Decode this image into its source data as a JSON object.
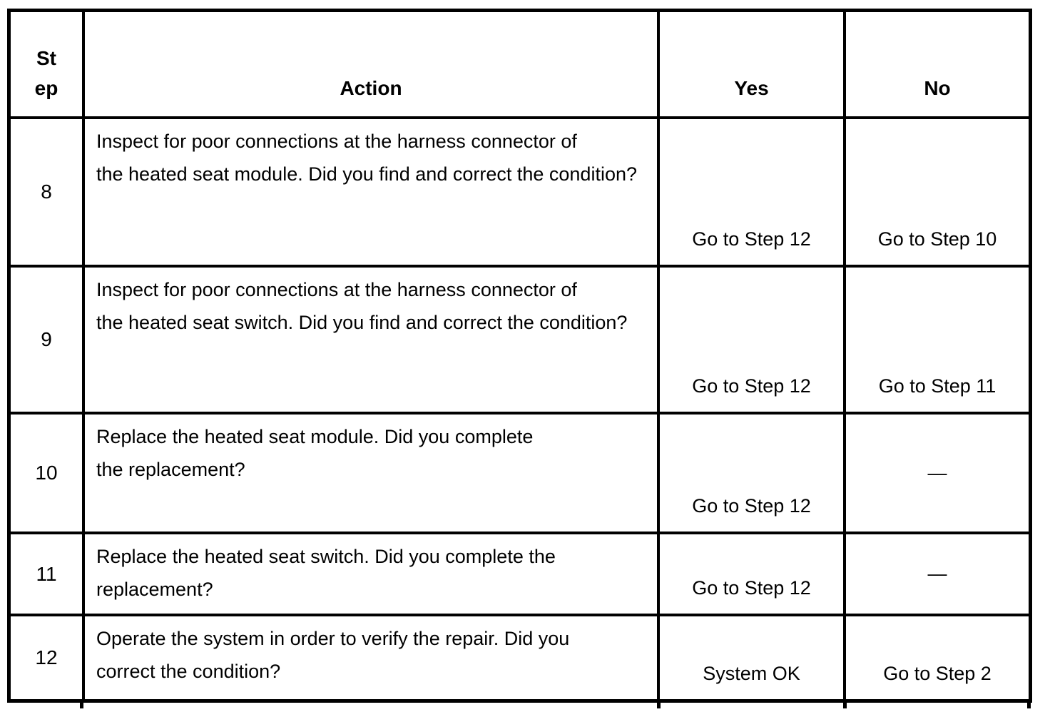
{
  "colors": {
    "border": "#000000",
    "background": "#ffffff",
    "text": "#000000"
  },
  "table": {
    "headers": {
      "step": "St\nep",
      "action": "Action",
      "yes": "Yes",
      "no": "No"
    },
    "rows": [
      {
        "step": "8",
        "action": "Inspect for poor connections at the harness connector of\nthe heated seat module. Did you find and correct the condition?",
        "yes": "Go to Step 12",
        "no": "Go to Step 10"
      },
      {
        "step": "9",
        "action": "Inspect for poor connections at the harness connector of\nthe heated seat switch. Did you find and correct the condition?",
        "yes": "Go to Step 12",
        "no": "Go to Step 11"
      },
      {
        "step": "10",
        "action": "Replace the heated seat module.  Did you complete\nthe replacement?",
        "yes": "Go to Step 12",
        "no": "—"
      },
      {
        "step": "11",
        "action": "Replace the heated seat switch. Did you complete the\nreplacement?",
        "yes": "Go to Step 12",
        "no": "—"
      },
      {
        "step": "12",
        "action": "Operate the system in order to verify the repair. Did you\ncorrect the condition?",
        "yes": "System OK",
        "no": "Go to Step 2"
      }
    ]
  }
}
